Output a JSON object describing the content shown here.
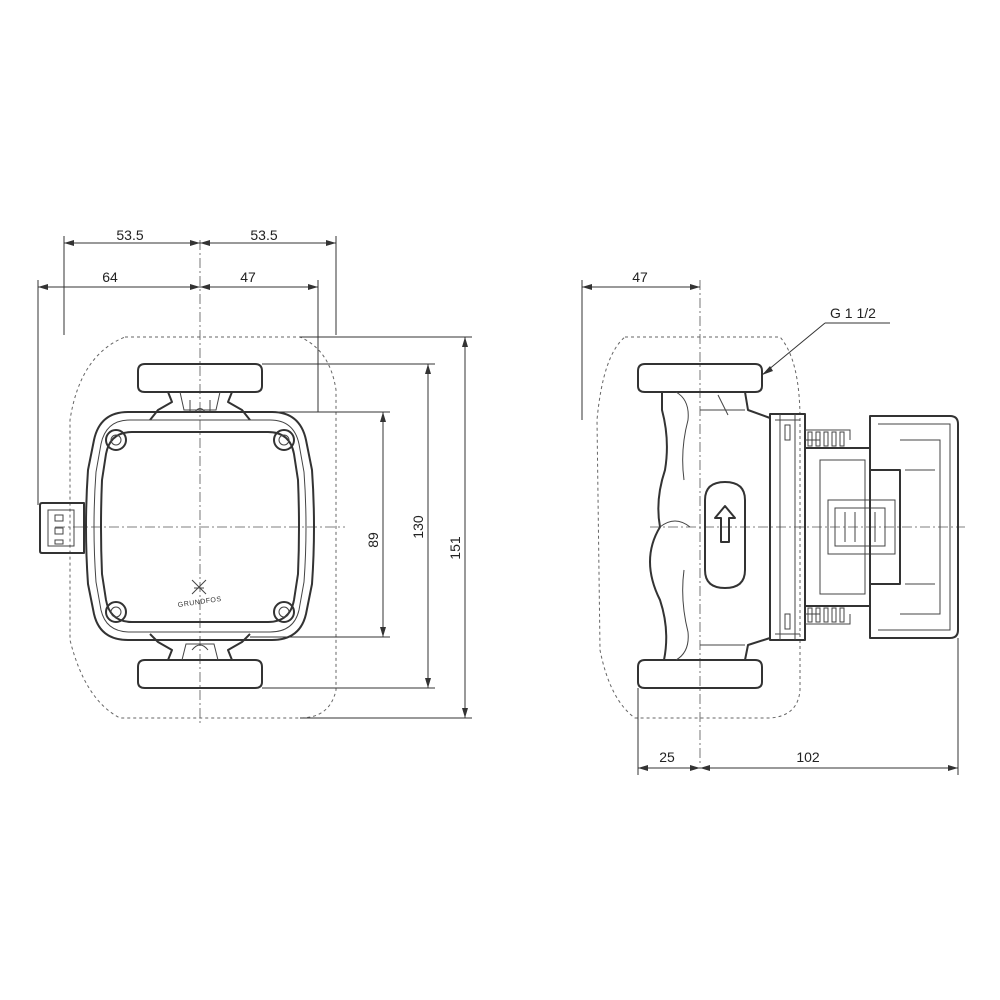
{
  "drawing": {
    "front_view": {
      "dimensions": {
        "width_left": "53.5",
        "width_right": "53.5",
        "connector_offset": "64",
        "center_to_side": "47",
        "mount_spacing": "89",
        "port_to_port": "130",
        "overall_height": "151"
      },
      "logo_text": "GRUNDFOS"
    },
    "side_view": {
      "dimensions": {
        "center_to_back": "47",
        "front_depth": "25",
        "motor_depth": "102"
      },
      "thread_label": "G 1 1/2"
    }
  }
}
